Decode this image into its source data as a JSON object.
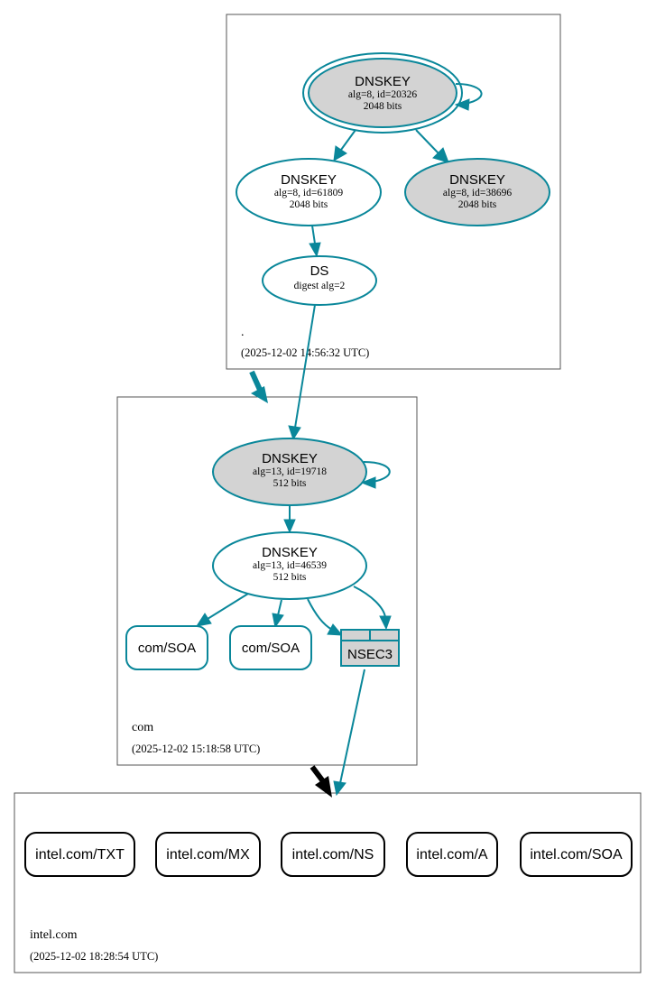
{
  "colors": {
    "edge": "#0a879a",
    "filled_node": "#d3d3d3",
    "empty_node": "#ffffff",
    "delegation_arrow": "#000000"
  },
  "zones": {
    "root": {
      "name": ".",
      "timestamp": "(2025-12-02 14:56:32 UTC)"
    },
    "com": {
      "name": "com",
      "timestamp": "(2025-12-02 15:18:58 UTC)"
    },
    "intel": {
      "name": "intel.com",
      "timestamp": "(2025-12-02 18:28:54 UTC)"
    }
  },
  "nodes": {
    "root_ksk": {
      "title": "DNSKEY",
      "line1": "alg=8, id=20326",
      "line2": "2048 bits"
    },
    "root_zsk1": {
      "title": "DNSKEY",
      "line1": "alg=8, id=61809",
      "line2": "2048 bits"
    },
    "root_zsk2": {
      "title": "DNSKEY",
      "line1": "alg=8, id=38696",
      "line2": "2048 bits"
    },
    "com_ds": {
      "title": "DS",
      "line1": "digest alg=2"
    },
    "com_ksk": {
      "title": "DNSKEY",
      "line1": "alg=13, id=19718",
      "line2": "512 bits"
    },
    "com_zsk": {
      "title": "DNSKEY",
      "line1": "alg=13, id=46539",
      "line2": "512 bits"
    },
    "com_soa1": {
      "label": "com/SOA"
    },
    "com_soa2": {
      "label": "com/SOA"
    },
    "com_nsec3": {
      "label": "NSEC3"
    }
  },
  "intel_records": [
    "intel.com/TXT",
    "intel.com/MX",
    "intel.com/NS",
    "intel.com/A",
    "intel.com/SOA"
  ]
}
